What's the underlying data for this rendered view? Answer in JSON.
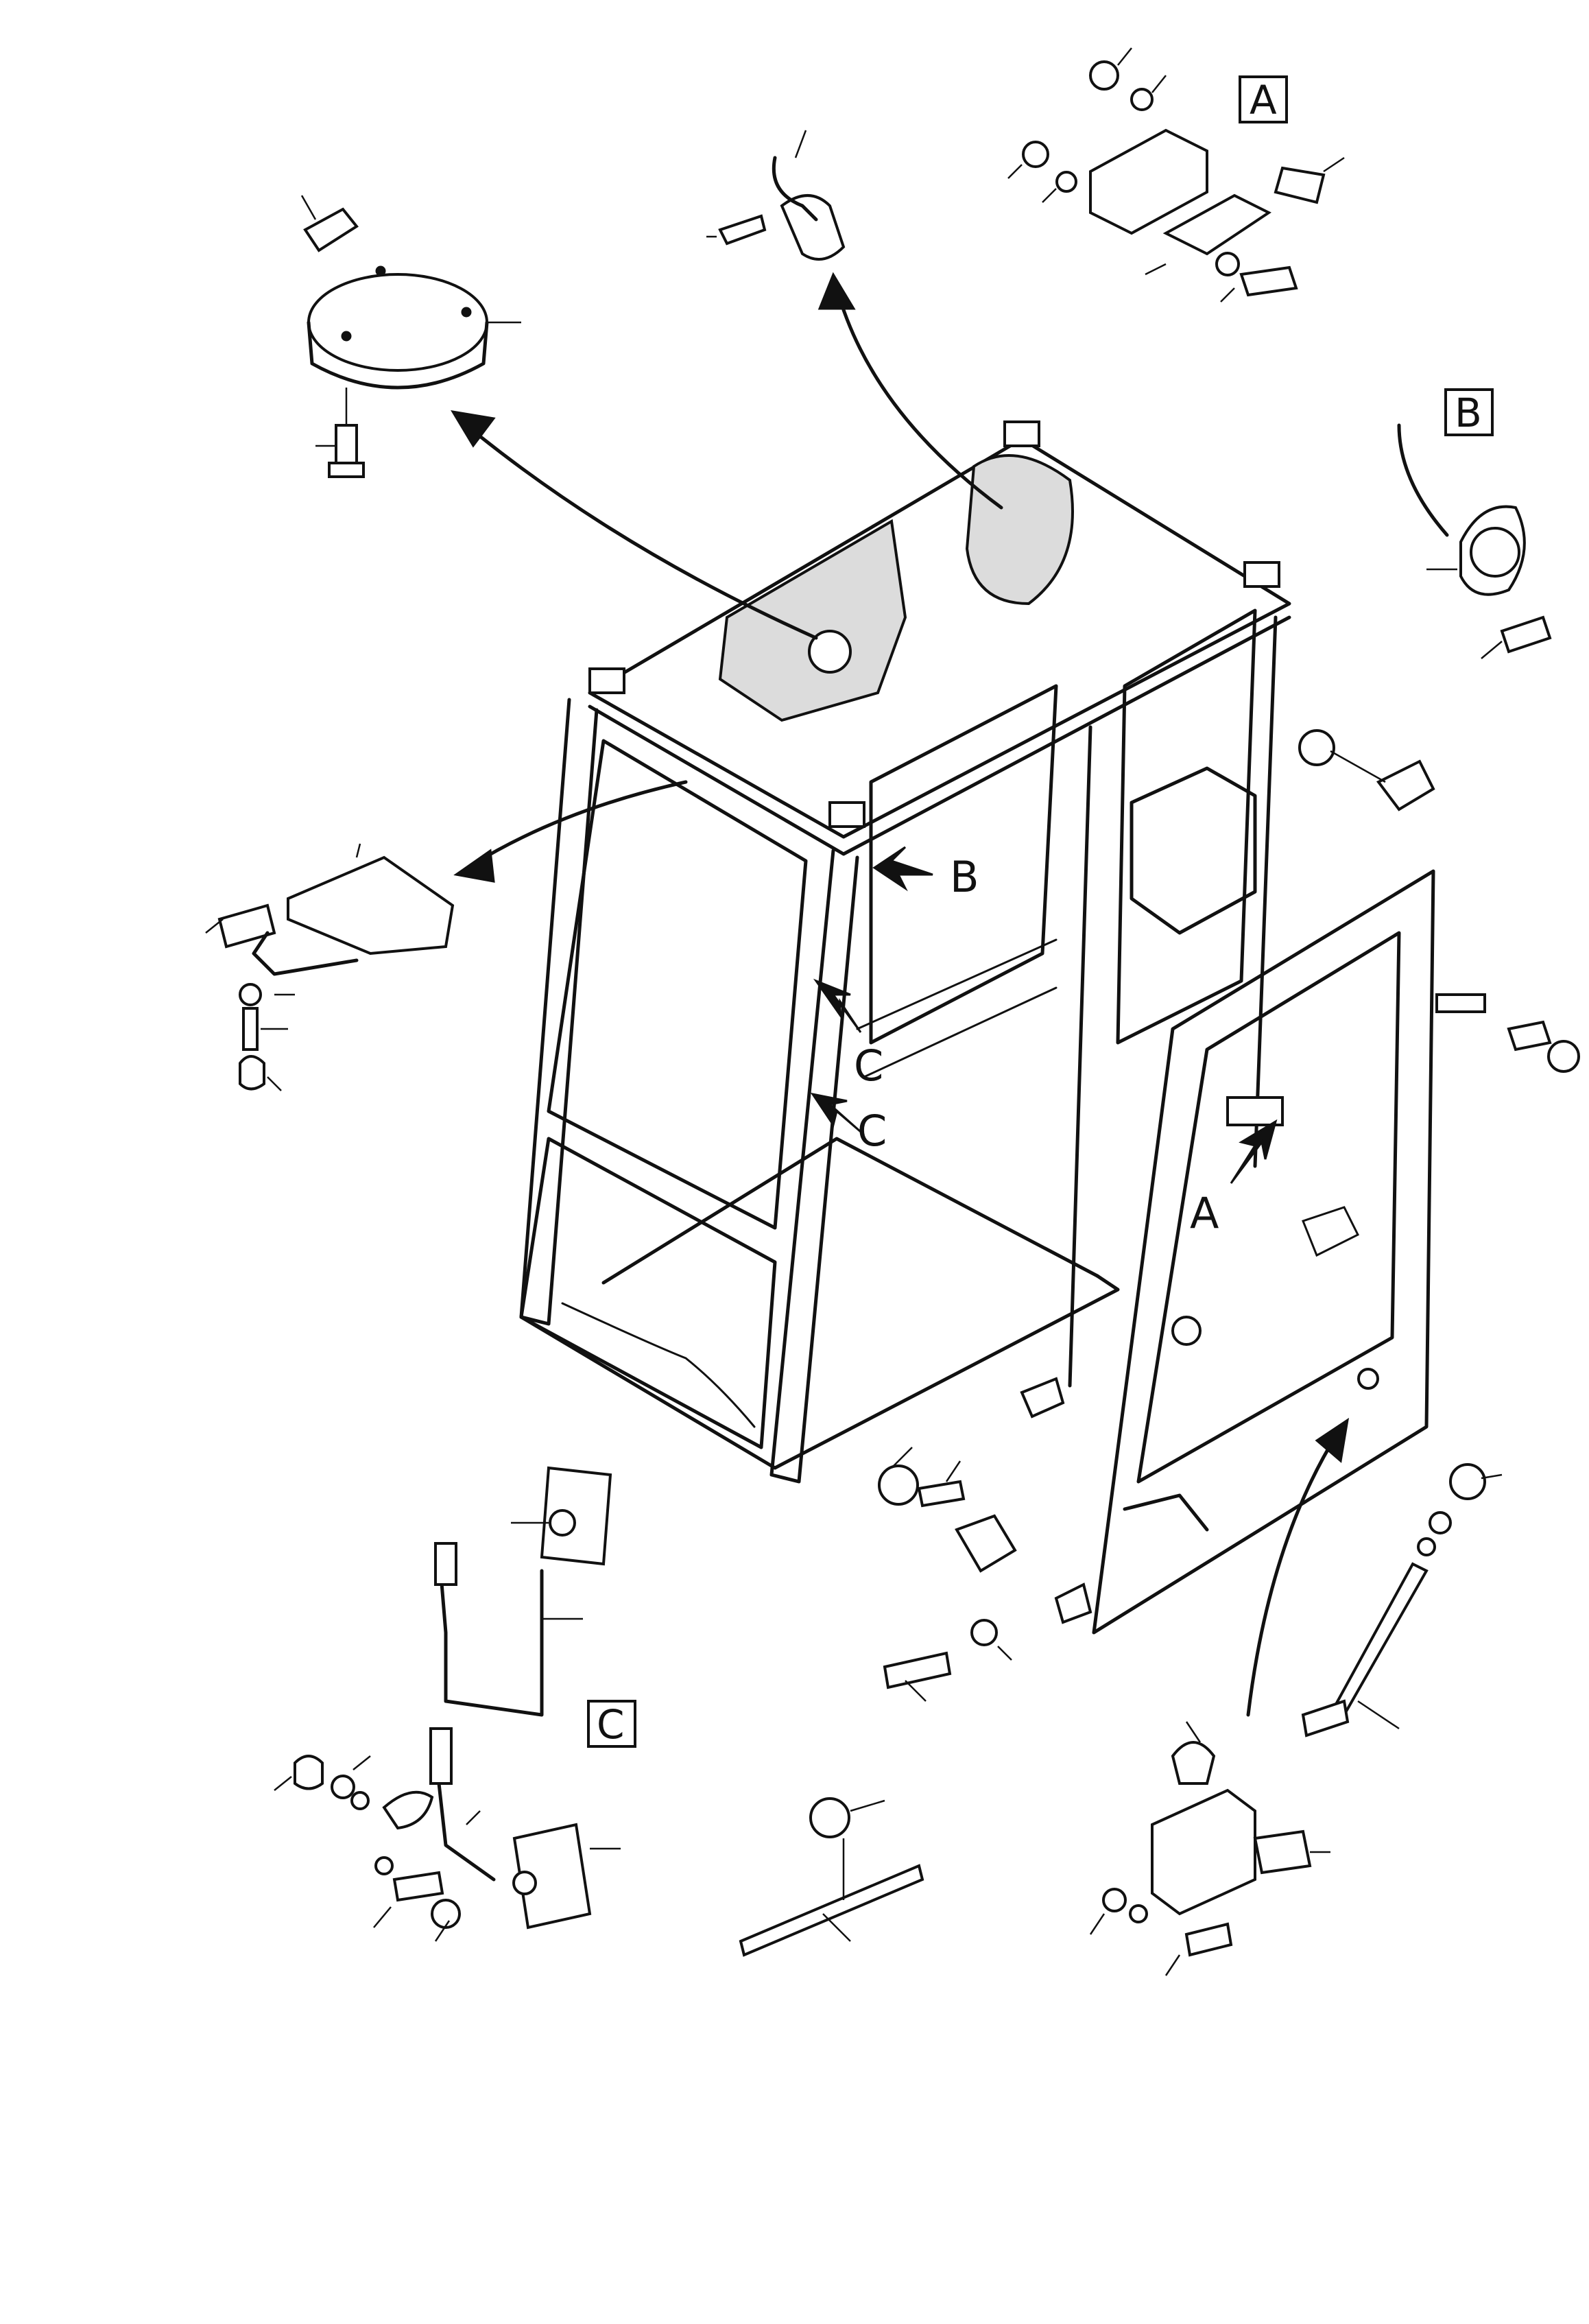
{
  "detail_boxes": [
    {
      "id": "A",
      "label": "A"
    },
    {
      "id": "B",
      "label": "B"
    },
    {
      "id": "C",
      "label": "C"
    }
  ],
  "arrow_labels": {
    "a": "A",
    "b": "B",
    "c": "C"
  }
}
